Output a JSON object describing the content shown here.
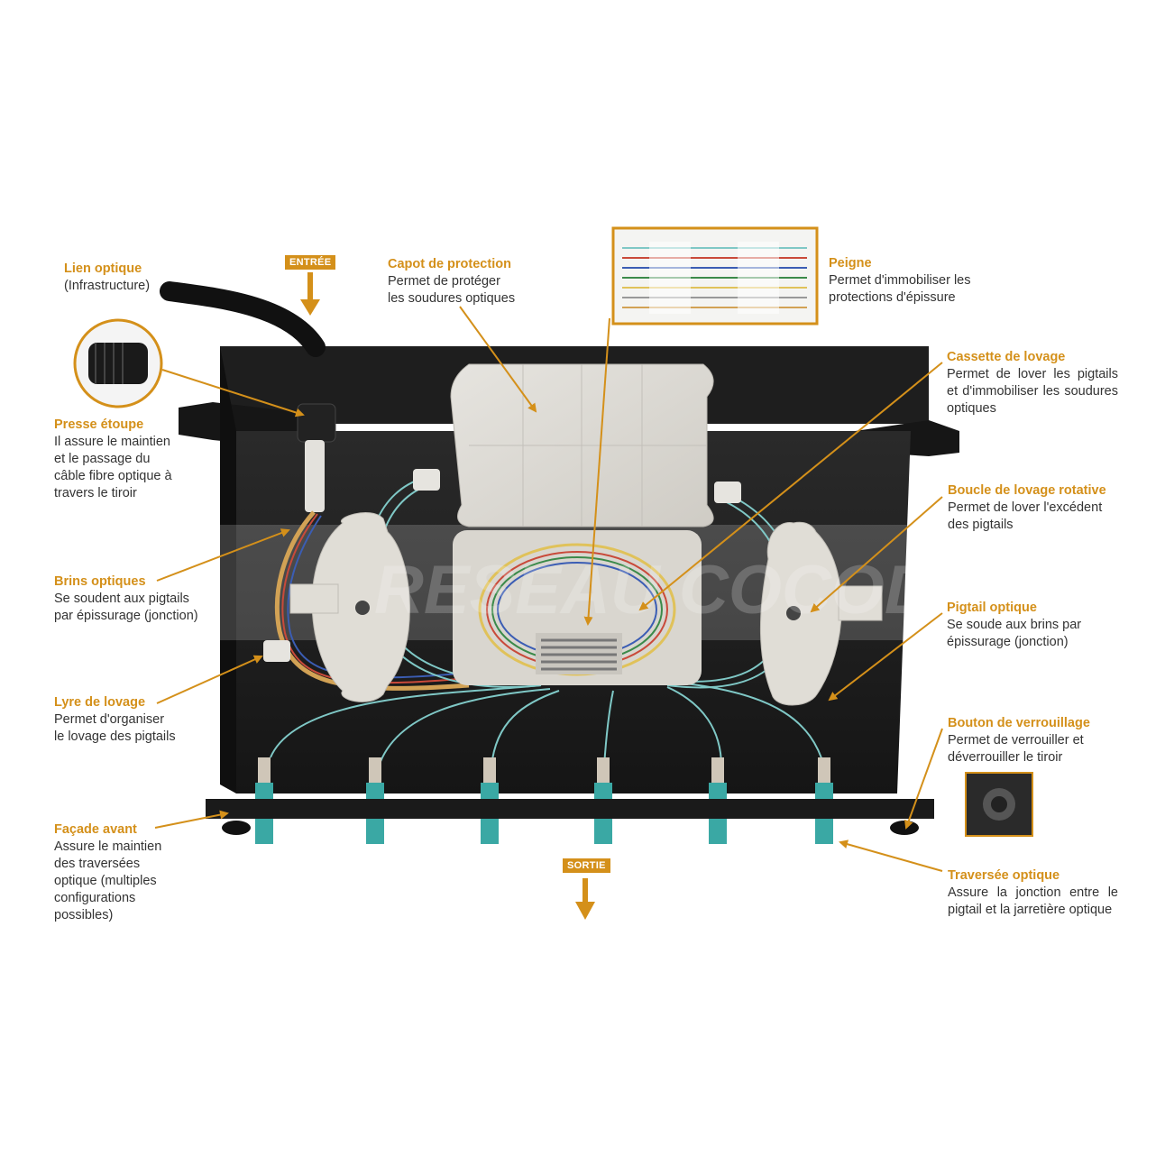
{
  "watermark": "RESEAU COCODA",
  "tags": {
    "entree": "ENTRÉE",
    "sortie": "SORTIE"
  },
  "callouts": [
    {
      "id": "lien-optique",
      "title": "Lien optique",
      "desc": "(Infrastructure)"
    },
    {
      "id": "capot",
      "title": "Capot de protection",
      "desc": "Permet de protéger\nles soudures optiques"
    },
    {
      "id": "peigne",
      "title": "Peigne",
      "desc": "Permet d'immobiliser les\nprotections d'épissure"
    },
    {
      "id": "cassette",
      "title": "Cassette de lovage",
      "desc": "Permet de lover les pigtails et d'immobiliser les soudures optiques"
    },
    {
      "id": "presse",
      "title": "Presse étoupe",
      "desc": "Il assure le maintien\net le passage du\ncâble fibre optique à\ntravers le tiroir"
    },
    {
      "id": "boucle",
      "title": "Boucle de lovage rotative",
      "desc": "Permet de lover l'excédent\ndes pigtails"
    },
    {
      "id": "brins",
      "title": "Brins optiques",
      "desc": "Se soudent aux pigtails\npar épissurage (jonction)"
    },
    {
      "id": "pigtail",
      "title": "Pigtail optique",
      "desc": "Se soude aux brins par\népissurage (jonction)"
    },
    {
      "id": "lyre",
      "title": "Lyre de lovage",
      "desc": "Permet d'organiser\nle lovage des pigtails"
    },
    {
      "id": "bouton",
      "title": "Bouton de verrouillage",
      "desc": "Permet de verrouiller et\ndéverrouiller le tiroir"
    },
    {
      "id": "facade",
      "title": "Façade avant",
      "desc": "Assure le maintien\ndes traversées\noptique (multiples\nconfigurations\npossibles)"
    },
    {
      "id": "traversee",
      "title": "Traversée optique",
      "desc": "Assure la jonction entre le pigtail et la jarretière optique"
    }
  ],
  "colors": {
    "accent": "#d4901a",
    "text": "#333333",
    "tray": "#1c1c1c",
    "cassette": "#dcdad4",
    "fiber": "#7fc8c6",
    "adapter": "#3aa8a4"
  }
}
